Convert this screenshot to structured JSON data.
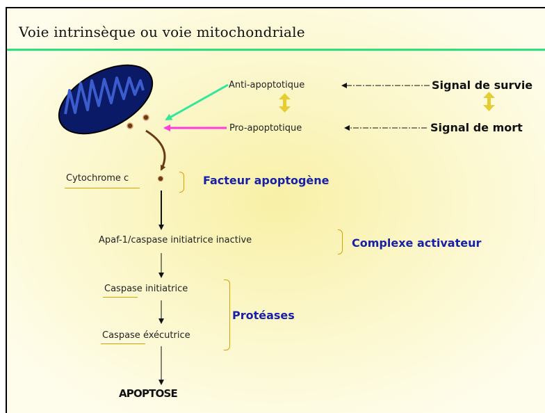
{
  "title": "Voie intrinsèque ou voie mitochondriale",
  "labels": {
    "anti": "Anti-apoptotique",
    "pro": "Pro-apoptotique",
    "survie": "Signal de survie",
    "mort": "Signal de mort",
    "cytochrome": "Cytochrome c",
    "facteur": "Facteur apoptogène",
    "apaf": "Apaf-1/caspase initiatrice inactive",
    "complexe": "Complexe activateur",
    "caspase_init": "Caspase initiatrice",
    "caspase_exec": "Caspase éxécutrice",
    "proteases": "Protéases",
    "apoptose": "APOPTOSE"
  },
  "colors": {
    "title_rule": "#2ee07a",
    "blue_text": "#1820a8",
    "gold": "#d9a100",
    "arrow_green": "#33e69a",
    "arrow_magenta": "#ff3cdc",
    "arrow_brown": "#6b3a12",
    "mito_outer": "#0a1a66",
    "mito_inner": "#2b4db8"
  }
}
